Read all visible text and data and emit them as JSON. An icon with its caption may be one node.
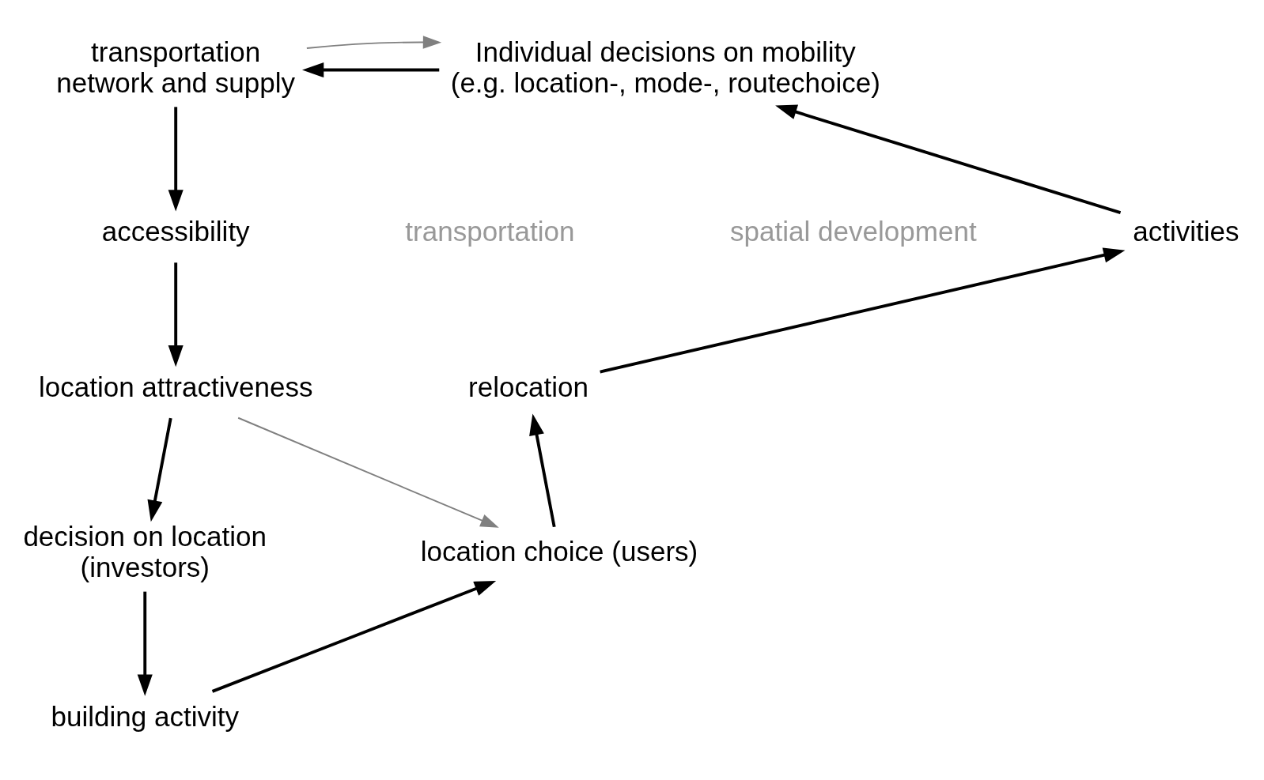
{
  "diagram": {
    "nodes": [
      {
        "text": [
          "transportation network and supply"
        ]
      },
      {
        "text": [
          "Individual decisions on mobility (e.g. location-, mode-, routechoice)"
        ]
      },
      {
        "text": [
          "accessibility"
        ]
      },
      {
        "text": [
          "activities"
        ]
      },
      {
        "text": [
          "location attractiveness"
        ]
      },
      {
        "text": [
          "relocation"
        ]
      },
      {
        "text": [
          "decision on location (investors)"
        ]
      },
      {
        "text": [
          "location choice (users)"
        ]
      },
      {
        "text": [
          "building activity"
        ]
      }
    ],
    "edges": [
      {
        "from": 1,
        "to": 0,
        "arrow": "to"
      },
      {
        "from": 0,
        "to": 1,
        "arrow": "to",
        "color": "#808080"
      },
      {
        "from": 0,
        "to": 2,
        "arrow": "to"
      },
      {
        "from": 2,
        "to": 4,
        "arrow": "to"
      },
      {
        "from": 4,
        "to": 6,
        "arrow": "to"
      },
      {
        "from": 6,
        "to": 8,
        "arrow": "to"
      },
      {
        "from": 8,
        "to": 7,
        "arrow": "to"
      },
      {
        "from": 7,
        "to": 5,
        "arrow": "to"
      },
      {
        "from": 5,
        "to": 3,
        "arrow": "to"
      },
      {
        "from": 3,
        "to": 1,
        "arrow": "to"
      },
      {
        "from": 4,
        "to": 7,
        "arrow": "to",
        "color": "#808080"
      }
    ],
    "labels": [
      "transportation",
      "spatial development"
    ]
  }
}
